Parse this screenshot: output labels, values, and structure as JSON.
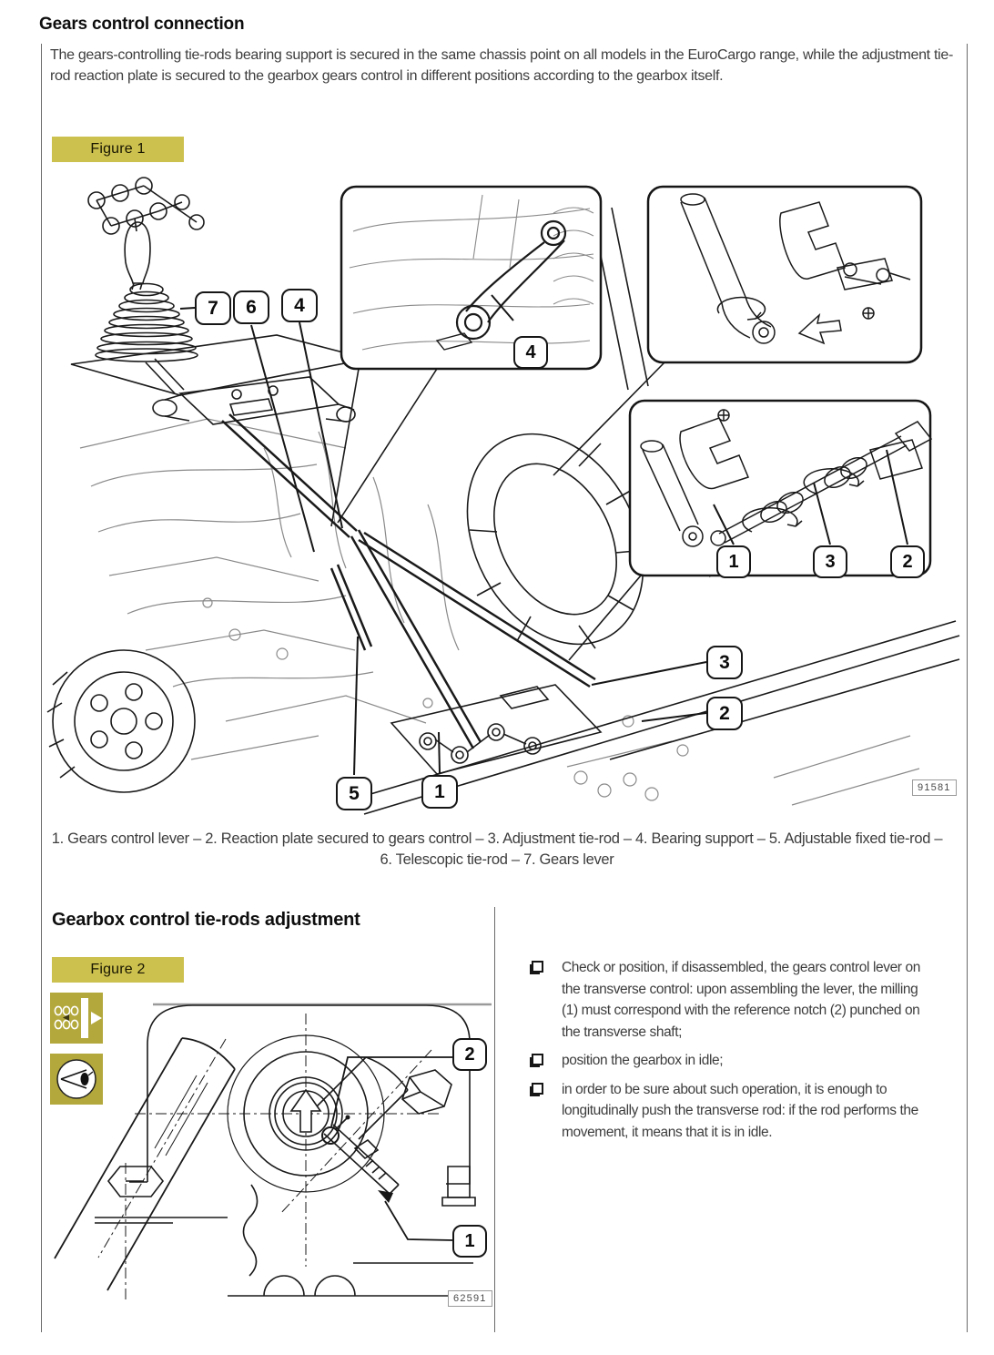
{
  "section1": {
    "title": "Gears control connection",
    "intro": "The gears-controlling tie-rods bearing support is secured in the same chassis point on all models in the EuroCargo range, while the adjustment tie-rod reaction plate is secured to the gearbox gears control in different positions according to the gearbox itself.",
    "figure1": {
      "label": "Figure 1",
      "image_ref": "91581",
      "caption": "1. Gears control lever – 2. Reaction plate secured to gears control – 3. Adjustment tie-rod – 4. Bearing support – 5. Adjustable fixed tie-rod – 6. Telescopic tie-rod – 7. Gears lever",
      "callouts": {
        "gears_lever_7": "7",
        "telescopic_6": "6",
        "bearing_4": "4",
        "inset_bearing_4": "4",
        "inset_lever_1": "1",
        "inset_adjustment_3": "3",
        "inset_plate_2": "2",
        "adjustment_3": "3",
        "plate_2": "2",
        "fixed_rod_5": "5",
        "lever_1": "1"
      }
    }
  },
  "section2": {
    "title": "Gearbox control tie-rods adjustment",
    "figure2": {
      "label": "Figure 2",
      "image_ref": "62591",
      "callouts": {
        "notch_2": "2",
        "milling_1": "1"
      }
    },
    "steps": [
      {
        "text": "Check or position, if disassembled, the gears control lever on the transverse control: upon assembling the lever, the milling (1) must correspond with the reference notch (2) punched on the transverse shaft;"
      },
      {
        "text": "position the gearbox in idle;"
      },
      {
        "text": "in order to be sure about such operation, it is enough to longitudinally push the transverse rod: if the rod performs the movement, it means that it is in idle."
      }
    ]
  },
  "colors": {
    "figure_label_bg": "#ccc04f",
    "icon_tile_bg": "#b3a83c",
    "line_art": "#1a1a1a"
  }
}
